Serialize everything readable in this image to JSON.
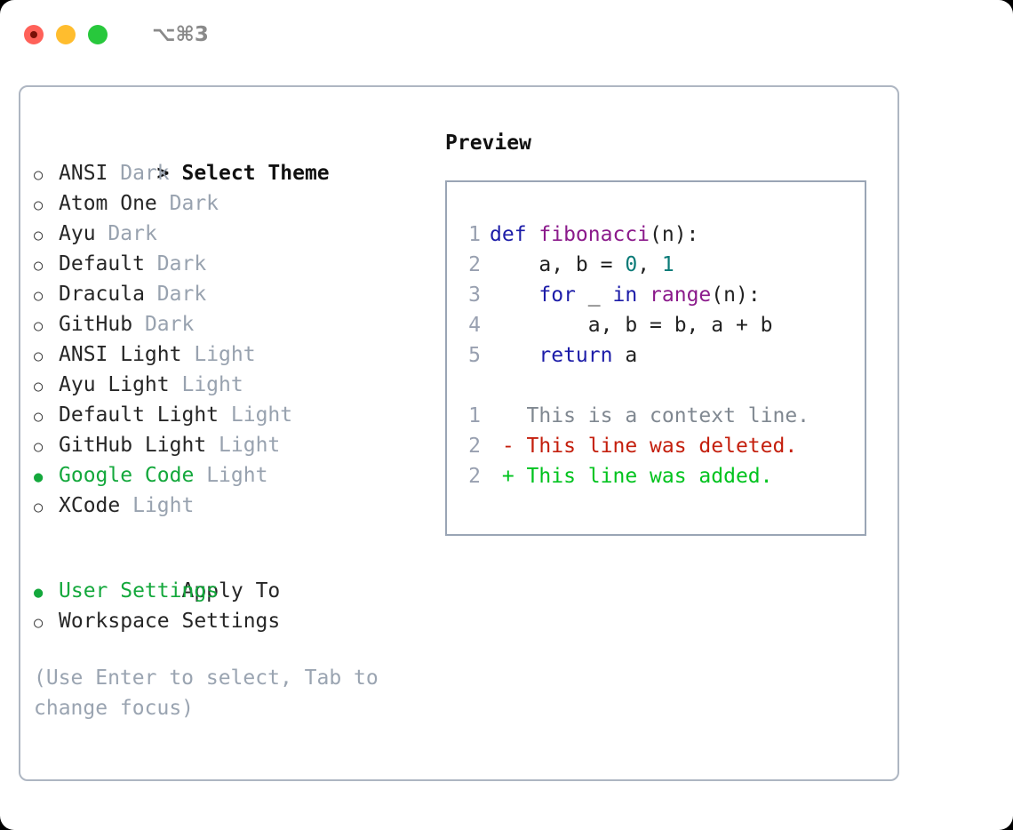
{
  "titlebar": {
    "shortcut": "⌥⌘3",
    "lights": [
      "close",
      "minimize",
      "maximize"
    ]
  },
  "theme_list": {
    "header": "Select Theme",
    "prompt": ">",
    "items": [
      {
        "name": "ANSI",
        "variant": "Dark",
        "selected": false
      },
      {
        "name": "Atom One",
        "variant": "Dark",
        "selected": false
      },
      {
        "name": "Ayu",
        "variant": "Dark",
        "selected": false
      },
      {
        "name": "Default",
        "variant": "Dark",
        "selected": false
      },
      {
        "name": "Dracula",
        "variant": "Dark",
        "selected": false
      },
      {
        "name": "GitHub",
        "variant": "Dark",
        "selected": false
      },
      {
        "name": "ANSI Light",
        "variant": "Light",
        "selected": false
      },
      {
        "name": "Ayu Light",
        "variant": "Light",
        "selected": false
      },
      {
        "name": "Default Light",
        "variant": "Light",
        "selected": false
      },
      {
        "name": "GitHub Light",
        "variant": "Light",
        "selected": false
      },
      {
        "name": "Google Code",
        "variant": "Light",
        "selected": true
      },
      {
        "name": "XCode",
        "variant": "Light",
        "selected": false
      }
    ]
  },
  "apply_to": {
    "header": "Apply To",
    "options": [
      {
        "label": "User Settings",
        "selected": true
      },
      {
        "label": "Workspace Settings",
        "selected": false
      }
    ]
  },
  "hint": "(Use Enter to select, Tab to change focus)",
  "preview": {
    "title": "Preview",
    "code_lines": [
      {
        "no": "1",
        "tokens": [
          {
            "t": "def ",
            "c": "kw"
          },
          {
            "t": "fibonacci",
            "c": "fn"
          },
          {
            "t": "(n):",
            "c": "pl"
          }
        ]
      },
      {
        "no": "2",
        "tokens": [
          {
            "t": "    a, b = ",
            "c": "pl"
          },
          {
            "t": "0",
            "c": "num"
          },
          {
            "t": ", ",
            "c": "pl"
          },
          {
            "t": "1",
            "c": "num"
          }
        ]
      },
      {
        "no": "3",
        "tokens": [
          {
            "t": "    for ",
            "c": "kw"
          },
          {
            "t": "_ ",
            "c": "pl"
          },
          {
            "t": "in ",
            "c": "kw"
          },
          {
            "t": "range",
            "c": "fn"
          },
          {
            "t": "(n):",
            "c": "pl"
          }
        ]
      },
      {
        "no": "4",
        "tokens": [
          {
            "t": "        a, b = b, a + b",
            "c": "pl"
          }
        ]
      },
      {
        "no": "5",
        "tokens": [
          {
            "t": "    return ",
            "c": "kw"
          },
          {
            "t": "a",
            "c": "pl"
          }
        ]
      }
    ],
    "diff_lines": [
      {
        "no": "1",
        "sign": " ",
        "text": "This is a context line.",
        "kind": "context"
      },
      {
        "no": "2",
        "sign": "-",
        "text": "This line was deleted.",
        "kind": "deleted"
      },
      {
        "no": "2",
        "sign": "+",
        "text": "This line was added.",
        "kind": "added"
      }
    ]
  },
  "colors": {
    "accent_green": "#14a83c",
    "muted": "#98a2af",
    "keyword": "#1c1ca8",
    "function": "#8b1a8b",
    "number": "#0a7a77",
    "diff_deleted": "#c41f0d",
    "diff_added": "#00c31e",
    "panel_border": "#aeb6c2",
    "preview_border": "#9aa5b5"
  }
}
